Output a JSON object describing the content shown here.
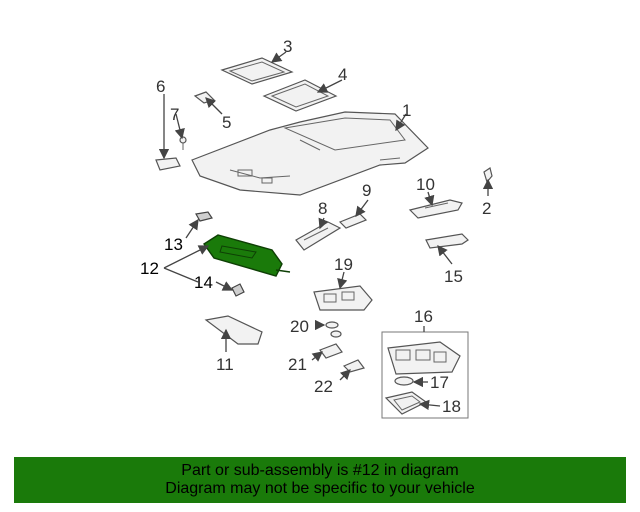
{
  "diagram": {
    "callouts": {
      "c1": "1",
      "c2": "2",
      "c3": "3",
      "c4": "4",
      "c5": "5",
      "c6": "6",
      "c7": "7",
      "c8": "8",
      "c9": "9",
      "c10": "10",
      "c11": "11",
      "c12": "12",
      "c13": "13",
      "c14": "14",
      "c15": "15",
      "c16": "16",
      "c17": "17",
      "c18": "18",
      "c19": "19",
      "c20": "20",
      "c21": "21",
      "c22": "22"
    },
    "highlighted_part": "12",
    "highlight_color": "#1a7a0a"
  },
  "banner": {
    "line1": "Part or sub-assembly is #12 in diagram",
    "line2": "Diagram may not be specific to your vehicle",
    "background_color": "#1a7a0a"
  }
}
